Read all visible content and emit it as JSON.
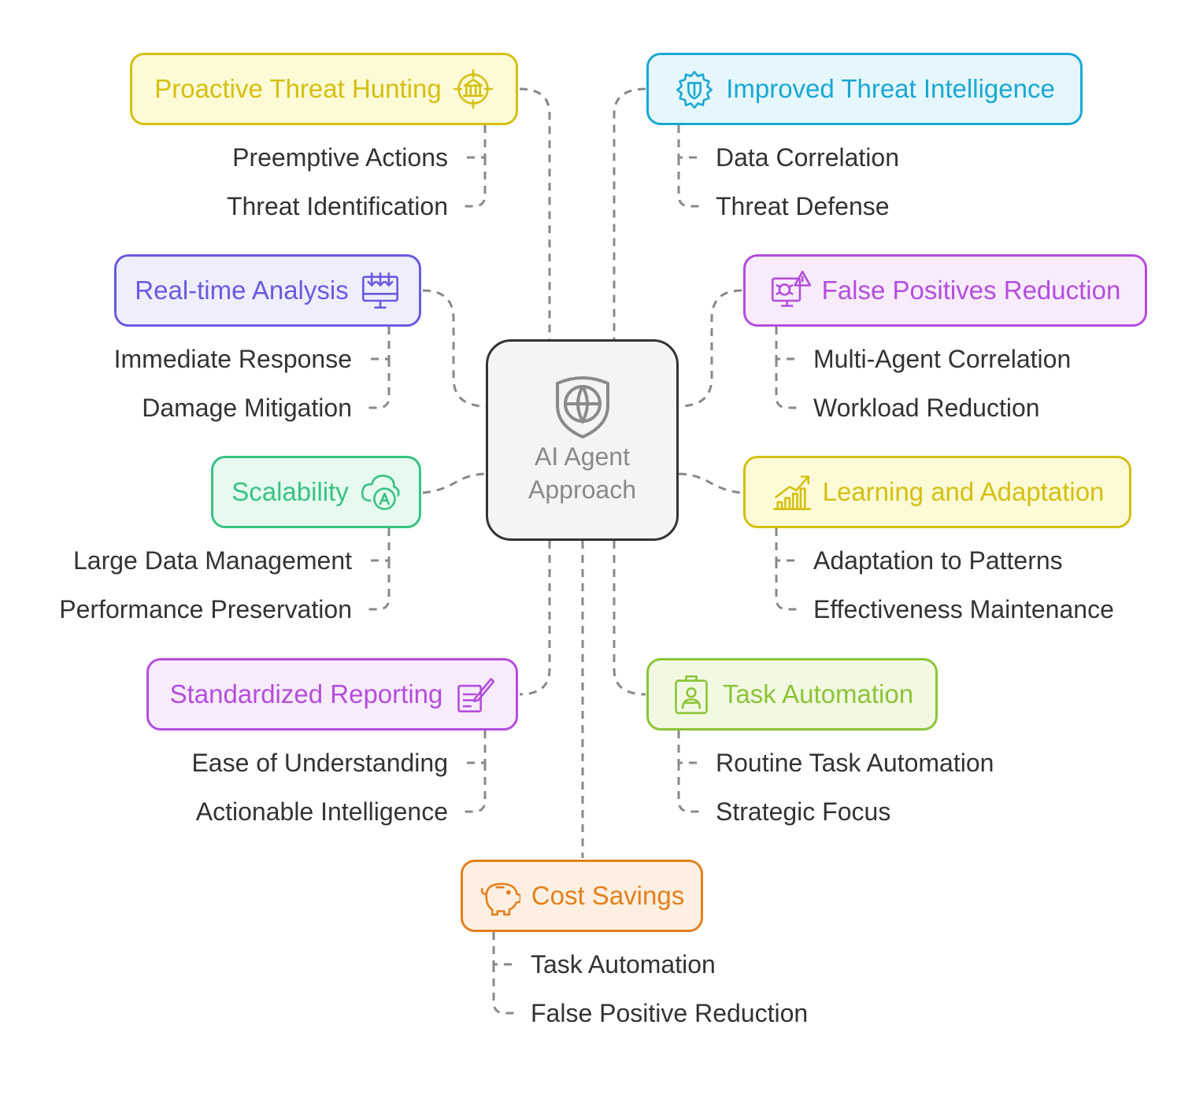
{
  "center": {
    "line1": "AI Agent",
    "line2": "Approach",
    "icon": "shield-globe-icon"
  },
  "nodes": [
    {
      "id": "proactive-threat-hunting",
      "title": "Proactive Threat Hunting",
      "icon": "target-bank-icon",
      "color": "#d4c010",
      "bg": "#fdfad6",
      "items": [
        "Preemptive Actions",
        "Threat Identification"
      ]
    },
    {
      "id": "improved-threat-intelligence",
      "title": "Improved Threat Intelligence",
      "icon": "gear-shield-icon",
      "color": "#19a8d3",
      "bg": "#e5f6fc",
      "items": [
        "Data Correlation",
        "Threat Defense"
      ]
    },
    {
      "id": "real-time-analysis",
      "title": "Real-time Analysis",
      "icon": "monitor-download-icon",
      "color": "#6a5ae0",
      "bg": "#efeefd",
      "items": [
        "Immediate Response",
        "Damage Mitigation"
      ]
    },
    {
      "id": "false-positives-reduction",
      "title": "False Positives Reduction",
      "icon": "bug-alert-icon",
      "color": "#b44ddd",
      "bg": "#f8ecfc",
      "items": [
        "Multi-Agent Correlation",
        "Workload Reduction"
      ]
    },
    {
      "id": "scalability",
      "title": "Scalability",
      "icon": "cloud-sync-icon",
      "color": "#38c283",
      "bg": "#e6faf0",
      "items": [
        "Large Data Management",
        "Performance Preservation"
      ]
    },
    {
      "id": "learning-and-adaptation",
      "title": "Learning and Adaptation",
      "icon": "growth-chart-icon",
      "color": "#d4c010",
      "bg": "#fdfad6",
      "items": [
        "Adaptation to Patterns",
        "Effectiveness Maintenance"
      ]
    },
    {
      "id": "standardized-reporting",
      "title": "Standardized Reporting",
      "icon": "report-pen-icon",
      "color": "#b44ddd",
      "bg": "#f8ecfc",
      "items": [
        "Ease of Understanding",
        "Actionable Intelligence"
      ]
    },
    {
      "id": "task-automation",
      "title": "Task Automation",
      "icon": "robot-badge-icon",
      "color": "#8cc436",
      "bg": "#f2f9e2",
      "items": [
        "Routine Task Automation",
        "Strategic Focus"
      ]
    },
    {
      "id": "cost-savings",
      "title": "Cost Savings",
      "icon": "piggy-bank-icon",
      "color": "#e57f1c",
      "bg": "#fdf0e2",
      "items": [
        "Task Automation",
        "False Positive Reduction"
      ]
    }
  ]
}
